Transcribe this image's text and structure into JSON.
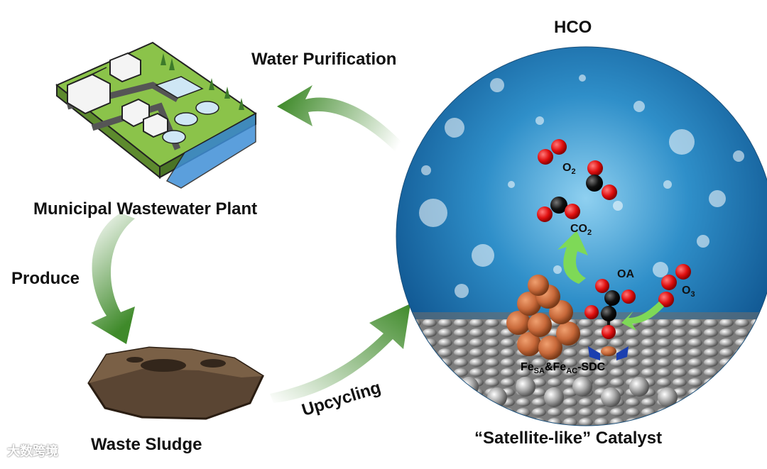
{
  "labels": {
    "water_purification": "Water Purification",
    "municipal_plant": "Municipal Wastewater Plant",
    "produce": "Produce",
    "waste_sludge": "Waste Sludge",
    "upcycling": "Upcycling",
    "hco": "HCO",
    "catalyst": "“Satellite-like” Catalyst"
  },
  "molecules": {
    "o2": {
      "base": "O",
      "sub": "2"
    },
    "co2": {
      "base": "CO",
      "sub": "2"
    },
    "oa": {
      "base": "OA"
    },
    "o3": {
      "base": "O",
      "sub": "3"
    },
    "fe": {
      "a": "Fe",
      "a_sub": "SA",
      "mid": "&Fe",
      "b_sub": "AC",
      "end": "-SDC"
    }
  },
  "watermark": "大数跨境",
  "colors": {
    "arrow_green": "#3f8a2a",
    "light_arrow": "#7ed957",
    "oxygen": "#e01010",
    "carbon": "#111111",
    "iron": "#c8693a",
    "support": "#9a9a9a",
    "water": "#2f8fc9",
    "sludge": "#5a4533"
  }
}
